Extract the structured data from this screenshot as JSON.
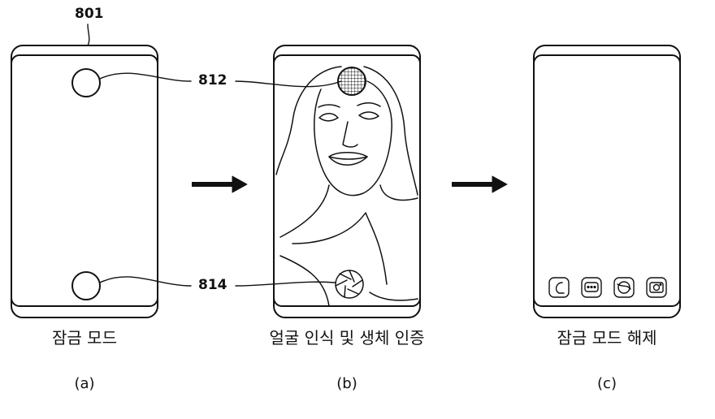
{
  "figure": {
    "refs": {
      "device": "801",
      "sensor_top": "812",
      "sensor_bottom": "814"
    },
    "panels": [
      {
        "caption": "잠금 모드",
        "sublabel": "(a)"
      },
      {
        "caption": "얼굴 인식 및 생체 인증",
        "sublabel": "(b)"
      },
      {
        "caption": "잠금 모드 해제",
        "sublabel": "(c)"
      }
    ],
    "app_icons": [
      "phone-icon",
      "message-icon",
      "browser-icon",
      "camera-icon"
    ],
    "colors": {
      "ink": "#111111",
      "background": "#ffffff"
    }
  }
}
